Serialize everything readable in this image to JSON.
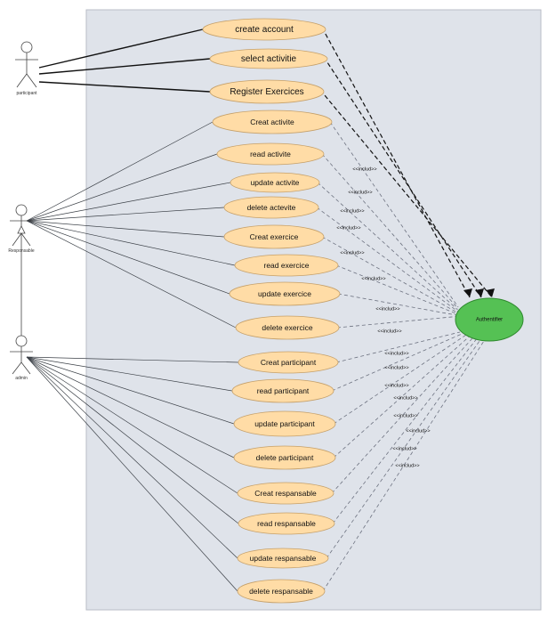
{
  "actors": {
    "participant": "participant",
    "responsable": "Responsable",
    "admin": "admin"
  },
  "authentifier": "Authentifier",
  "include_label": "<<includ>>",
  "use_cases": [
    "create account",
    "select activitie",
    "Register Exercices",
    "Creat activite",
    "read activite",
    "update activite",
    "delete actevite",
    "Creat exercice",
    "read exercice",
    "update exercice",
    "delete exercice",
    "Creat participant",
    "read participant",
    "update participant",
    "delete participant",
    "Creat respansable",
    "read respansable",
    "update respansable",
    "delete respansable"
  ],
  "colors": {
    "use_case_fill": "#ffdca6",
    "auth_fill": "#55c154",
    "system_fill": "#dfe3ea"
  }
}
